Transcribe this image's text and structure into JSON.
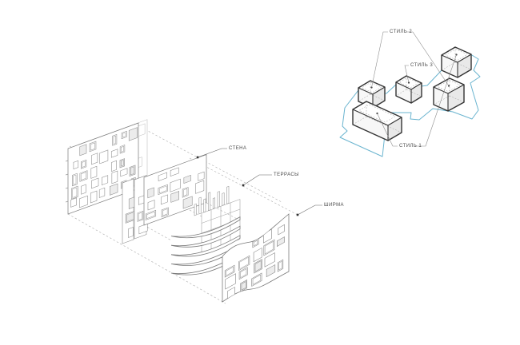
{
  "page": {
    "background": "#ffffff"
  },
  "exploded_view": {
    "labels": {
      "wall": "СТЕНА",
      "terraces": "ТЕРРАСЫ",
      "screen": "ШИРМА"
    }
  },
  "styles_diagram": {
    "box_count": 5,
    "labels": {
      "style1": "СТИЛЬ 1",
      "style2": "СТИЛЬ 2",
      "style3": "СТИЛЬ 3"
    }
  },
  "colors": {
    "boundary": "#6ab4cf",
    "linework": "#7a7a7a",
    "light_linework": "#b5b5b5",
    "box_outline": "#333333",
    "dashed_guide": "#ababab",
    "label_text": "#4a4a4a",
    "window_fill": "#ececec",
    "marker": "#333333"
  }
}
